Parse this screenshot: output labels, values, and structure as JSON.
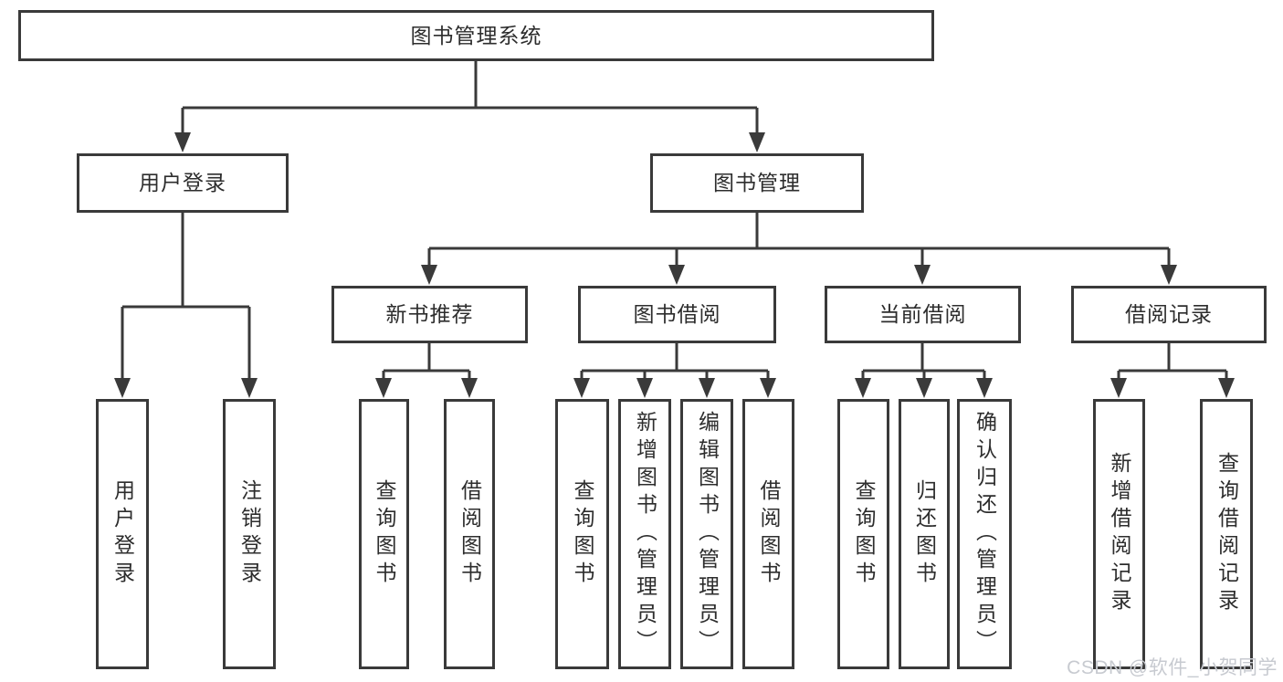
{
  "root": {
    "label": "图书管理系统"
  },
  "level2": {
    "login": {
      "label": "用户登录"
    },
    "books": {
      "label": "图书管理"
    }
  },
  "level3": {
    "recommend": {
      "label": "新书推荐"
    },
    "borrow": {
      "label": "图书借阅"
    },
    "current": {
      "label": "当前借阅"
    },
    "records": {
      "label": "借阅记录"
    }
  },
  "leaves": {
    "login_user": "用户登录",
    "login_logout": "注销登录",
    "rec_query": "查询图书",
    "rec_borrow": "借阅图书",
    "bor_query": "查询图书",
    "bor_add": "新增图书（管理员）",
    "bor_edit": "编辑图书（管理员）",
    "bor_borrow": "借阅图书",
    "cur_query": "查询图书",
    "cur_return": "归还图书",
    "cur_confirm": "确认归还（管理员）",
    "recs_add": "新增借阅记录",
    "recs_query": "查询借阅记录"
  },
  "watermark": "CSDN @软件_小贺同学",
  "colors": {
    "line": "#3a3a3a",
    "text": "#2d2d2d",
    "watermark": "#c7cad0",
    "background": "#ffffff"
  }
}
